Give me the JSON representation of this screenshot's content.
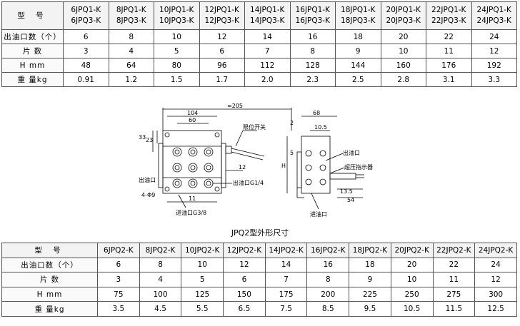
{
  "table1": {
    "header_label": "型  号",
    "models": [
      [
        "6JPQ1-K",
        "6JPQ3-K"
      ],
      [
        "8JPQ1-K",
        "8JPQ3-K"
      ],
      [
        "10JPQ1-K",
        "10JPQ3-K"
      ],
      [
        "12JPQ1-K",
        "12JPQ3-K"
      ],
      [
        "14JPQ1-K",
        "14JPQ3-K"
      ],
      [
        "16JPQ1-K",
        "16JPQ3-K"
      ],
      [
        "18JPQ1-K",
        "18JPQ3-K"
      ],
      [
        "20JPQ1-K",
        "20JPQ3-K"
      ],
      [
        "22JPQ1-K",
        "22JPQ3-K"
      ],
      [
        "24JPQ1-K",
        "24JPQ3-K"
      ]
    ],
    "rows": [
      {
        "label": "出油口数（个）",
        "values": [
          "6",
          "8",
          "10",
          "12",
          "14",
          "16",
          "18",
          "20",
          "22",
          "24"
        ]
      },
      {
        "label": "片  数",
        "values": [
          "3",
          "4",
          "5",
          "6",
          "7",
          "8",
          "9",
          "10",
          "11",
          "12"
        ]
      },
      {
        "label": "H mm",
        "values": [
          "48",
          "64",
          "80",
          "96",
          "112",
          "128",
          "144",
          "160",
          "176",
          "192"
        ]
      },
      {
        "label": "重 量kg",
        "values": [
          "0.91",
          "1.2",
          "1.5",
          "1.7",
          "2.0",
          "2.3",
          "2.5",
          "2.8",
          "3.1",
          "3.3"
        ]
      }
    ]
  },
  "drawing": {
    "dim_total": "≈205",
    "dim_104": "104",
    "dim_60": "60",
    "dim_33": "33",
    "dim_23": "23",
    "dim_12": "12",
    "dim_11": "11",
    "hole_label": "4-Φ9",
    "limit_switch": "限位开关",
    "outlet_left": "出油口",
    "outlet_g14": "出油口G1/4",
    "inlet_g38": "进油口G3/8",
    "dim_68": "68",
    "dim_2": "2",
    "dim_10_5": "10.5",
    "dim_5": "5",
    "dim_h": "H",
    "outlet_right": "出油口",
    "overpressure": "超压指示器",
    "dim_13_5": "13.5",
    "dim_54": "54",
    "inlet_right": "进油口"
  },
  "caption": "JPQ2型外形尺寸",
  "table2": {
    "header_label": "型  号",
    "models": [
      "6JPQ2-K",
      "8JPQ2-K",
      "10JPQ2-K",
      "12JPQ2-K",
      "14JPQ2-K",
      "16JPQ2-K",
      "18JPQ2-K",
      "20JPQ2-K",
      "22JPQ2-K",
      "24JPQ2-K"
    ],
    "rows": [
      {
        "label": "出油口数（个）",
        "values": [
          "6",
          "8",
          "10",
          "12",
          "14",
          "16",
          "18",
          "20",
          "22",
          "24"
        ]
      },
      {
        "label": "片  数",
        "values": [
          "3",
          "4",
          "5",
          "6",
          "7",
          "8",
          "9",
          "10",
          "11",
          "12"
        ]
      },
      {
        "label": "H mm",
        "values": [
          "75",
          "100",
          "125",
          "150",
          "175",
          "200",
          "225",
          "250",
          "275",
          "300"
        ]
      },
      {
        "label": "重  量kg",
        "values": [
          "3.5",
          "4.5",
          "5.5",
          "6.5",
          "7.5",
          "8.5",
          "9.5",
          "10.5",
          "11.5",
          "12.5"
        ]
      }
    ]
  }
}
